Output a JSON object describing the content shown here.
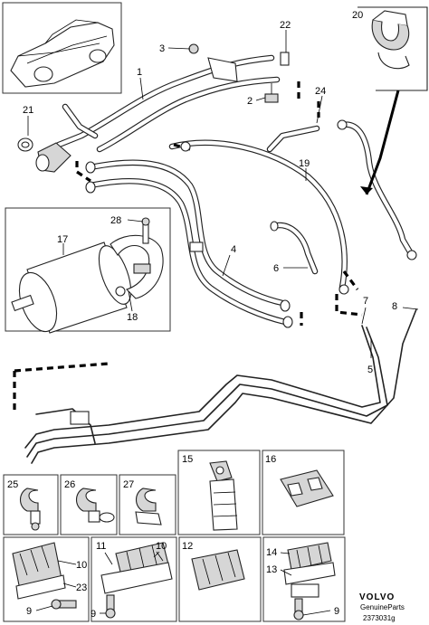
{
  "callouts": {
    "c1": "1",
    "c2": "2",
    "c3": "3",
    "c4": "4",
    "c5": "5",
    "c6": "6",
    "c7": "7",
    "c8": "8",
    "c9a": "9",
    "c9b": "9",
    "c9c": "9",
    "c10a": "10",
    "c10b": "10",
    "c11": "11",
    "c12": "12",
    "c13": "13",
    "c14": "14",
    "c15": "15",
    "c16": "16",
    "c17": "17",
    "c18": "18",
    "c19": "19",
    "c20": "20",
    "c21": "21",
    "c22": "22",
    "c23": "23",
    "c24": "24",
    "c25": "25",
    "c26": "26",
    "c27": "27",
    "c28": "28"
  },
  "footer": {
    "brand": "VOLVO",
    "subbrand": "GenuineParts",
    "code": "2373031g"
  }
}
